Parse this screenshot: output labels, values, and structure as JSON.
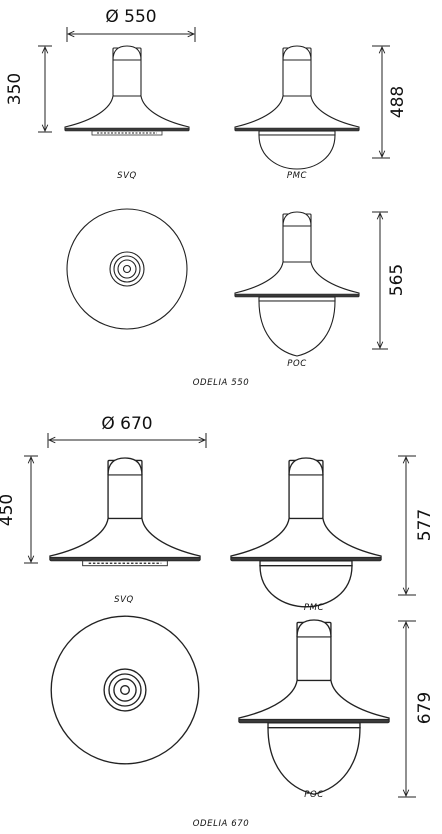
{
  "odelia_550": {
    "width_dim": "Ø 550",
    "svq_height": "350",
    "pmc_height": "488",
    "poc_height": "565",
    "label_svq": "SVQ",
    "label_pmc": "PMC",
    "label_poc": "POC",
    "caption": "ODELIA 550"
  },
  "odelia_670": {
    "width_dim": "Ø 670",
    "svq_height": "450",
    "pmc_height": "577",
    "poc_height": "679",
    "label_svq": "SVQ",
    "label_pmc": "PMC",
    "label_poc": "POC",
    "caption": "ODELIA 670"
  },
  "colors": {
    "ink": "#222222",
    "band": "#3a3a3a",
    "background": "#ffffff"
  }
}
